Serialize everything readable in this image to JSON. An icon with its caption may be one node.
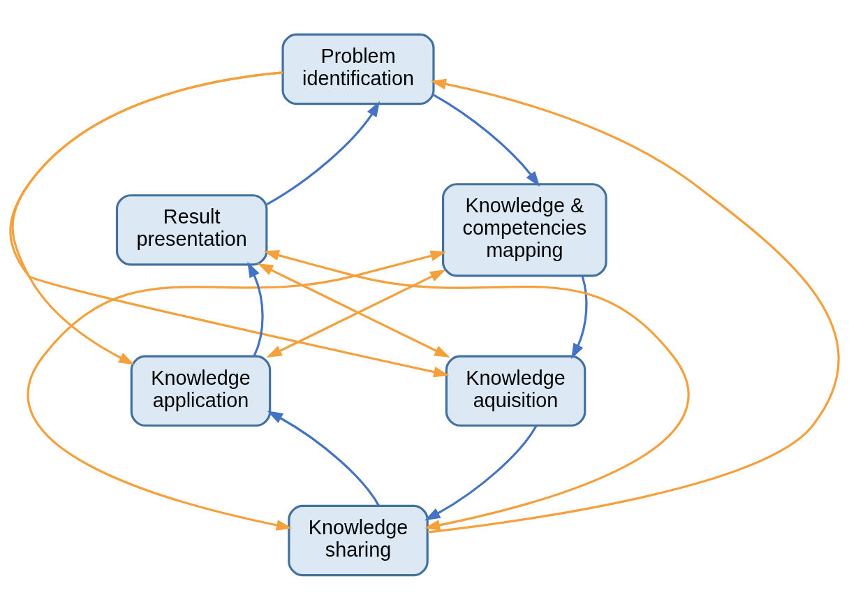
{
  "diagram": {
    "nodes": [
      {
        "text": [
          "Problem identification"
        ]
      },
      {
        "text": [
          "Knowledge & competencies mapping"
        ]
      },
      {
        "text": [
          "Knowledge aquisition"
        ]
      },
      {
        "text": [
          "Knowledge sharing"
        ]
      },
      {
        "text": [
          "Knowledge application"
        ]
      },
      {
        "text": [
          "Result presentation"
        ]
      }
    ],
    "edges": [
      {
        "from": 0,
        "to": 1,
        "arrow": "to",
        "color": "#4472c4"
      },
      {
        "from": 1,
        "to": 2,
        "arrow": "to",
        "color": "#4472c4"
      },
      {
        "from": 2,
        "to": 3,
        "arrow": "to",
        "color": "#4472c4"
      },
      {
        "from": 3,
        "to": 4,
        "arrow": "to",
        "color": "#4472c4"
      },
      {
        "from": 4,
        "to": 5,
        "arrow": "to",
        "color": "#4472c4"
      },
      {
        "from": 5,
        "to": 0,
        "arrow": "to",
        "color": "#4472c4"
      },
      {
        "from": 0,
        "to": 4,
        "arrow": "to"
      },
      {
        "from": 0,
        "to": 2,
        "arrow": "to"
      },
      {
        "from": 3,
        "to": 0,
        "arrow": "to"
      },
      {
        "from": 5,
        "to": 2,
        "arrow": "both"
      },
      {
        "from": 5,
        "to": 3,
        "arrow": "both"
      },
      {
        "from": 1,
        "to": 4,
        "arrow": "both"
      },
      {
        "from": 1,
        "to": 3,
        "arrow": "both"
      }
    ]
  }
}
